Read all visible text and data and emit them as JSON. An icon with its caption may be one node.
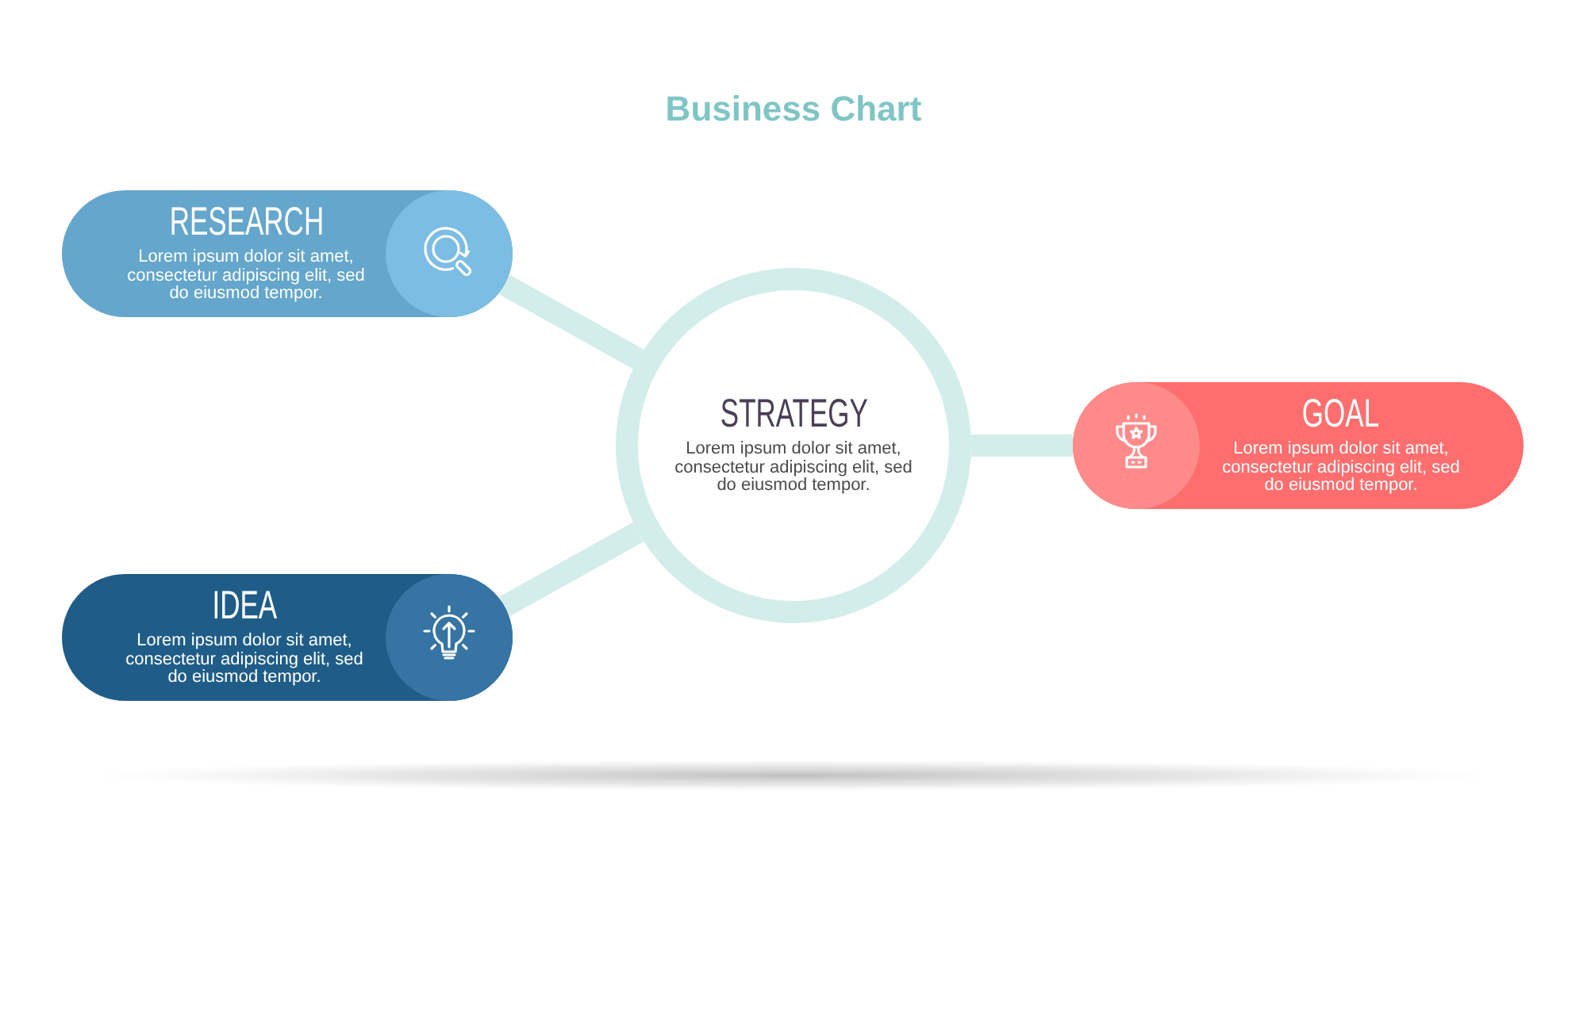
{
  "diagram": {
    "title": "Business Chart",
    "nodes": [
      {
        "text": [
          "RESEARCH",
          "Lorem ipsum dolor sit amet, consectetur adipiscing elit, sed do eiusmod tempor."
        ]
      },
      {
        "text": [
          "STRATEGY",
          "Lorem ipsum dolor sit amet, consectetur adipiscing elit, sed do eiusmod tempor."
        ]
      },
      {
        "text": [
          "GOAL",
          "Lorem ipsum dolor sit amet, consectetur adipiscing elit, sed do eiusmod tempor."
        ]
      },
      {
        "text": [
          "IDEA",
          "Lorem ipsum dolor sit amet, consectetur adipiscing elit, sed do eiusmod tempor."
        ]
      }
    ],
    "edges": [
      {
        "from": 0,
        "to": 1,
        "arrow": "none"
      },
      {
        "from": 3,
        "to": 1,
        "arrow": "none"
      },
      {
        "from": 1,
        "to": 2,
        "arrow": "none"
      }
    ]
  }
}
